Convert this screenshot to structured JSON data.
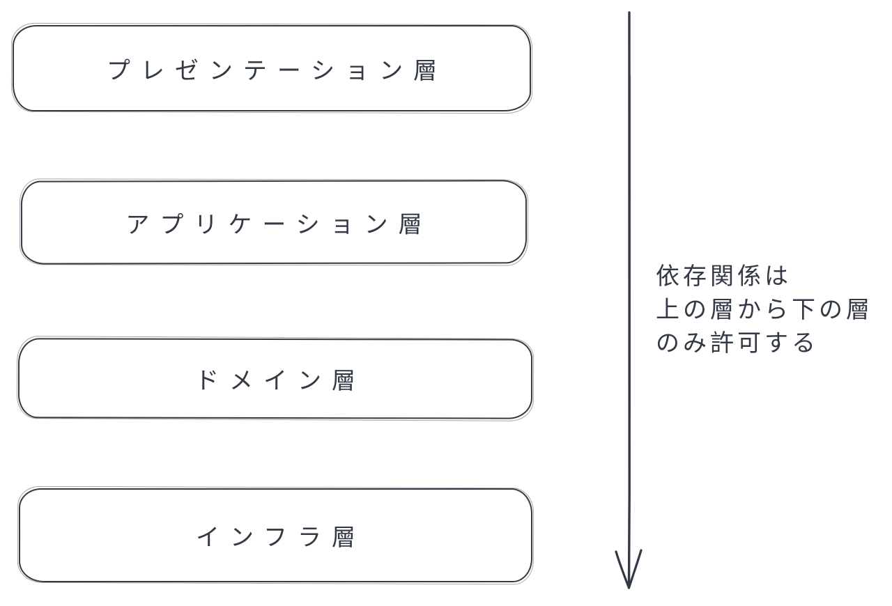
{
  "diagram": {
    "title": "layered-architecture-dependency-diagram",
    "layers": [
      {
        "label": "プレゼンテーション層"
      },
      {
        "label": "アプリケーション層"
      },
      {
        "label": "ドメイン層"
      },
      {
        "label": "インフラ層"
      }
    ],
    "annotation": {
      "lines": [
        "依存関係は",
        "上の層から下の層",
        "のみ許可する"
      ]
    },
    "icons": {
      "dependency_arrow": "arrow-down-icon"
    },
    "colors": {
      "stroke": "#343a45",
      "text": "#333a45",
      "background": "#ffffff"
    }
  }
}
